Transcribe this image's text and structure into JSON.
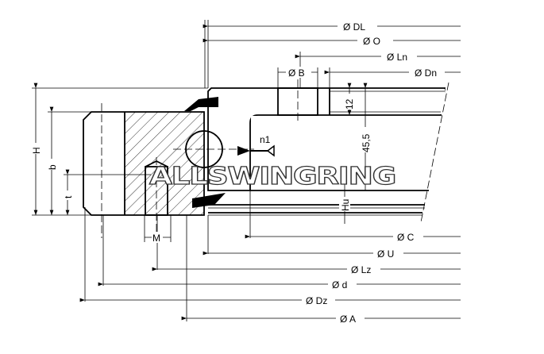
{
  "drawing": {
    "top_dimensions": {
      "DL": "Ø DL",
      "O": "Ø O",
      "Ln": "Ø Ln",
      "Dn": "Ø Dn",
      "B": "Ø B"
    },
    "bottom_dimensions": {
      "C": "Ø C",
      "U": "Ø U",
      "Lz": "Ø Lz",
      "d": "Ø d",
      "Dz": "Ø Dz",
      "A": "Ø A"
    },
    "height_dimensions": {
      "H": "H",
      "b": "b",
      "t": "t",
      "M": "M",
      "Hu": "Hu"
    },
    "values": {
      "flange_thickness": "12",
      "height_value": "45,5"
    },
    "load_symbol": "n1",
    "watermark": "ALLSWINGRING"
  }
}
